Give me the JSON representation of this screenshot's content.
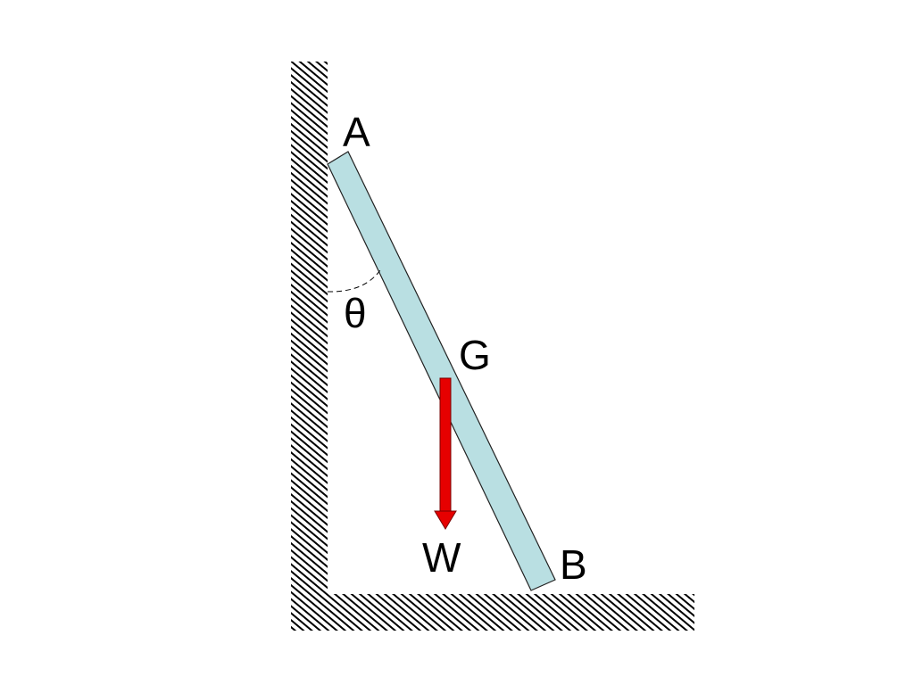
{
  "labels": {
    "top_end": "A",
    "bottom_end": "B",
    "center": "G",
    "weight": "W",
    "angle": "θ"
  },
  "colors": {
    "ladder_fill": "#b9dfe2",
    "ladder_stroke": "#222222",
    "weight_arrow": "#e60000",
    "hatch": "#000000",
    "background": "#ffffff"
  }
}
